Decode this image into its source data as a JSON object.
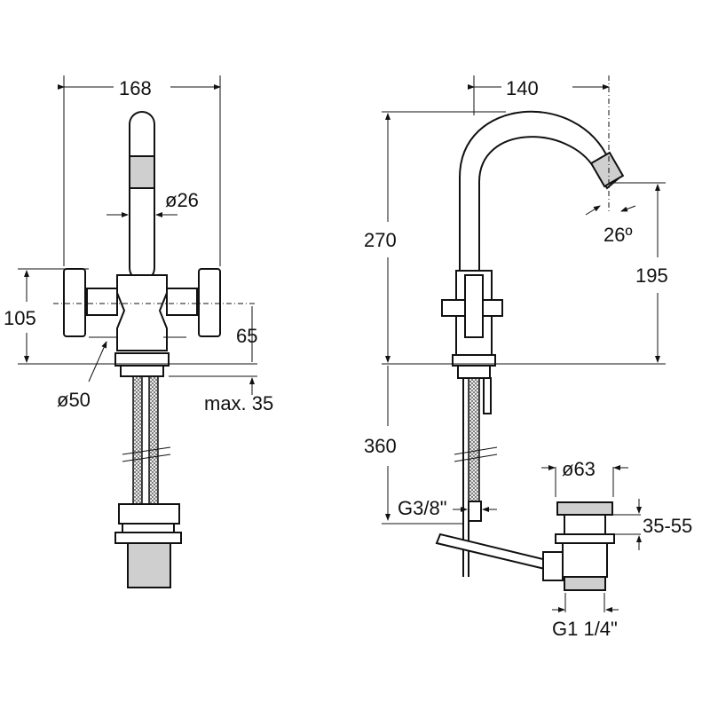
{
  "drawing": {
    "front_view": {
      "width_dim": "168",
      "spout_diameter": "ø26",
      "handle_height": "105",
      "body_height": "65",
      "base_diameter": "ø50",
      "max_thickness": "max. 35"
    },
    "side_view": {
      "reach_dim": "140",
      "total_height": "270",
      "spout_angle": "26º",
      "outlet_height": "195",
      "hose_length": "360",
      "hose_thread": "G3/8\"",
      "hose_thread_main": "G",
      "hose_thread_num": "3",
      "hose_thread_den": "/8\"",
      "drain_diameter": "ø63",
      "drain_range": "35-55",
      "drain_thread": "G1 1/4\"",
      "drain_thread_main": "G1",
      "drain_thread_num": "1",
      "drain_thread_den": "/4\""
    }
  }
}
